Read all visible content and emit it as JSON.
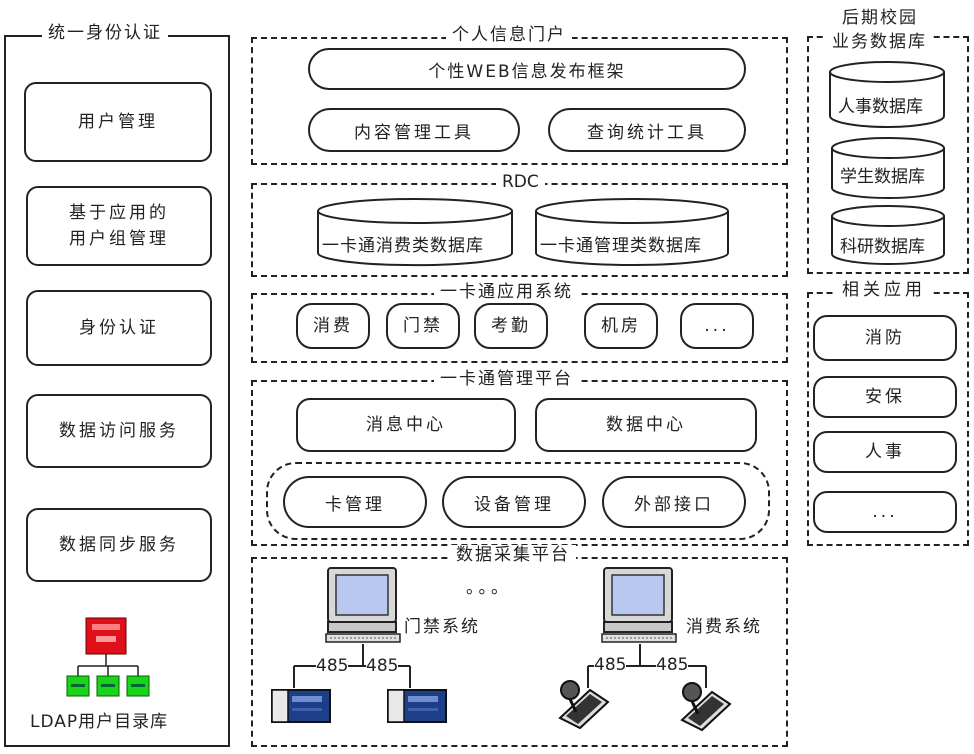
{
  "left": {
    "title": "统一身份认证",
    "items": [
      "用户管理",
      "基于应用的\n用户组管理",
      "身份认证",
      "数据访问服务",
      "数据同步服务"
    ],
    "ldap_label": "LDAP用户目录库"
  },
  "portal": {
    "title": "个人信息门户",
    "framework": "个性WEB信息发布框架",
    "content_tool": "内容管理工具",
    "query_tool": "查询统计工具"
  },
  "rdc": {
    "title": "RDC",
    "db1": "一卡通消费类数据库",
    "db2": "一卡通管理类数据库"
  },
  "apps": {
    "title": "一卡通应用系统",
    "items": [
      "消费",
      "门禁",
      "考勤",
      "机房",
      "..."
    ]
  },
  "mgmt": {
    "title": "一卡通管理平台",
    "msg_center": "消息中心",
    "data_center": "数据中心",
    "card_mgmt": "卡管理",
    "device_mgmt": "设备管理",
    "ext_iface": "外部接口"
  },
  "collect": {
    "title": "数据采集平台",
    "ellipsis": "。。。",
    "door_system": "门禁系统",
    "pos_system": "消费系统",
    "bus": "485"
  },
  "backend": {
    "title_line1": "后期校园",
    "title_line2": "业务数据库",
    "dbs": [
      "人事数据库",
      "学生数据库",
      "科研数据库"
    ]
  },
  "related": {
    "title": "相关应用",
    "items": [
      "消防",
      "安保",
      "人事",
      "..."
    ]
  },
  "colors": {
    "ldap_root": "#e0101a",
    "ldap_leaf": "#1bd31b",
    "screen": "#b8c8ee",
    "terminal": "#1d3f8a"
  }
}
